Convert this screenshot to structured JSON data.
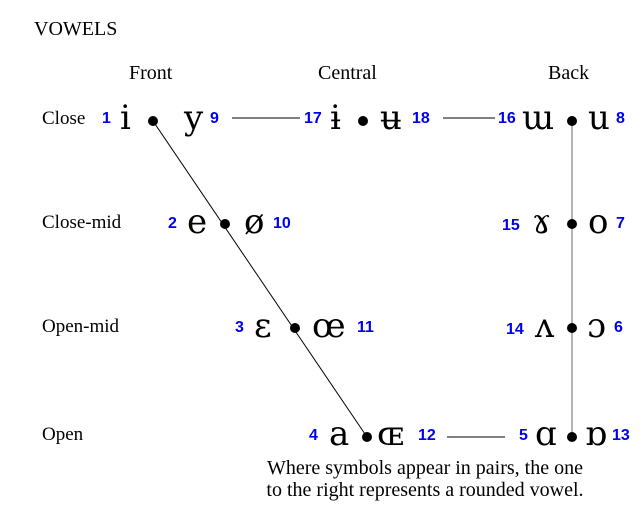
{
  "title": "VOWELS",
  "columns": [
    "Front",
    "Central",
    "Back"
  ],
  "rows": [
    "Close",
    "Close-mid",
    "Open-mid",
    "Open"
  ],
  "colors": {
    "number": "#0000ee",
    "line": "#000000",
    "back_line": "#999999",
    "dot": "#000000"
  },
  "vowels": [
    {
      "n": "1",
      "sym": "i",
      "row": "Close",
      "column": "Front",
      "rounded": false
    },
    {
      "n": "9",
      "sym": "y",
      "row": "Close",
      "column": "Front",
      "rounded": true
    },
    {
      "n": "17",
      "sym": "ɨ",
      "row": "Close",
      "column": "Central",
      "rounded": false
    },
    {
      "n": "18",
      "sym": "ʉ",
      "row": "Close",
      "column": "Central",
      "rounded": true
    },
    {
      "n": "16",
      "sym": "ɯ",
      "row": "Close",
      "column": "Back",
      "rounded": false
    },
    {
      "n": "8",
      "sym": "u",
      "row": "Close",
      "column": "Back",
      "rounded": true
    },
    {
      "n": "2",
      "sym": "e",
      "row": "Close-mid",
      "column": "Front",
      "rounded": false
    },
    {
      "n": "10",
      "sym": "ø",
      "row": "Close-mid",
      "column": "Front",
      "rounded": true
    },
    {
      "n": "15",
      "sym": "ɤ",
      "row": "Close-mid",
      "column": "Back",
      "rounded": false
    },
    {
      "n": "7",
      "sym": "o",
      "row": "Close-mid",
      "column": "Back",
      "rounded": true
    },
    {
      "n": "3",
      "sym": "ɛ",
      "row": "Open-mid",
      "column": "Front",
      "rounded": false
    },
    {
      "n": "11",
      "sym": "œ",
      "row": "Open-mid",
      "column": "Front",
      "rounded": true
    },
    {
      "n": "14",
      "sym": "ʌ",
      "row": "Open-mid",
      "column": "Back",
      "rounded": false
    },
    {
      "n": "6",
      "sym": "ɔ",
      "row": "Open-mid",
      "column": "Back",
      "rounded": true
    },
    {
      "n": "4",
      "sym": "a",
      "row": "Open",
      "column": "Front",
      "rounded": false
    },
    {
      "n": "12",
      "sym": "ɶ",
      "row": "Open",
      "column": "Front",
      "rounded": true
    },
    {
      "n": "5",
      "sym": "ɑ",
      "row": "Open",
      "column": "Back",
      "rounded": false
    },
    {
      "n": "13",
      "sym": "ɒ",
      "row": "Open",
      "column": "Back",
      "rounded": true
    }
  ],
  "note": [
    "Where symbols appear in pairs, the one",
    "to the right represents a rounded vowel."
  ]
}
